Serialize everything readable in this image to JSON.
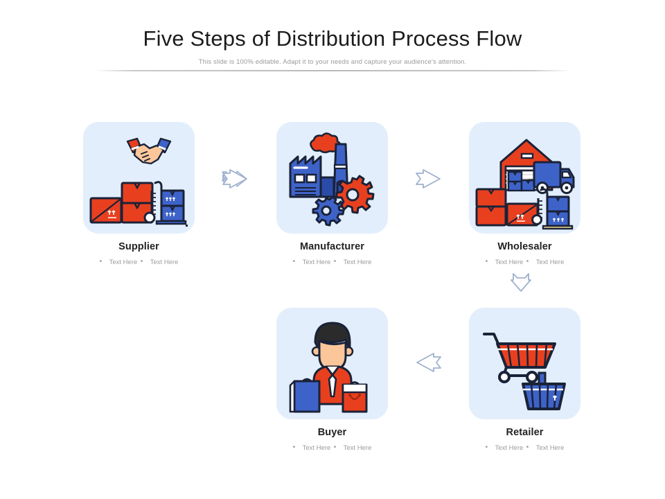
{
  "header": {
    "title": "Five Steps of Distribution Process Flow",
    "subtitle": "This slide is 100% editable. Adapt it to your needs and capture your audience's attention."
  },
  "theme": {
    "card_background": "#e2eefb",
    "icon_red": "#e8401f",
    "icon_blue": "#3e63c8",
    "icon_outline": "#1a2238",
    "title_color": "#1c1c1c",
    "bullet_color": "#9b9b9b",
    "arrow_stroke": "#9fb0ce"
  },
  "steps": [
    {
      "id": "supplier",
      "label": "Supplier",
      "icon": "handshake-boxes-handtruck-icon",
      "bullets": [
        "Text Here",
        "Text Here"
      ]
    },
    {
      "id": "manufacturer",
      "label": "Manufacturer",
      "icon": "factory-gears-icon",
      "bullets": [
        "Text Here",
        "Text Here"
      ]
    },
    {
      "id": "wholesaler",
      "label": "Wholesaler",
      "icon": "warehouse-truck-boxes-icon",
      "bullets": [
        "Text Here",
        "Text Here"
      ]
    },
    {
      "id": "buyer",
      "label": "Buyer",
      "icon": "shopper-with-bags-icon",
      "bullets": [
        "Text Here",
        "Text Here"
      ]
    },
    {
      "id": "retailer",
      "label": "Retailer",
      "icon": "shopping-cart-basket-icon",
      "bullets": [
        "Text Here",
        "Text Here"
      ]
    }
  ],
  "connectors": [
    {
      "id": "supplier-to-manufacturer",
      "icon": "arrow-right-icon",
      "direction": "right"
    },
    {
      "id": "manufacturer-to-wholesaler",
      "icon": "arrow-right-icon",
      "direction": "right"
    },
    {
      "id": "wholesaler-to-retailer",
      "icon": "arrow-down-icon",
      "direction": "down"
    },
    {
      "id": "retailer-to-buyer",
      "icon": "arrow-left-icon",
      "direction": "left"
    }
  ]
}
